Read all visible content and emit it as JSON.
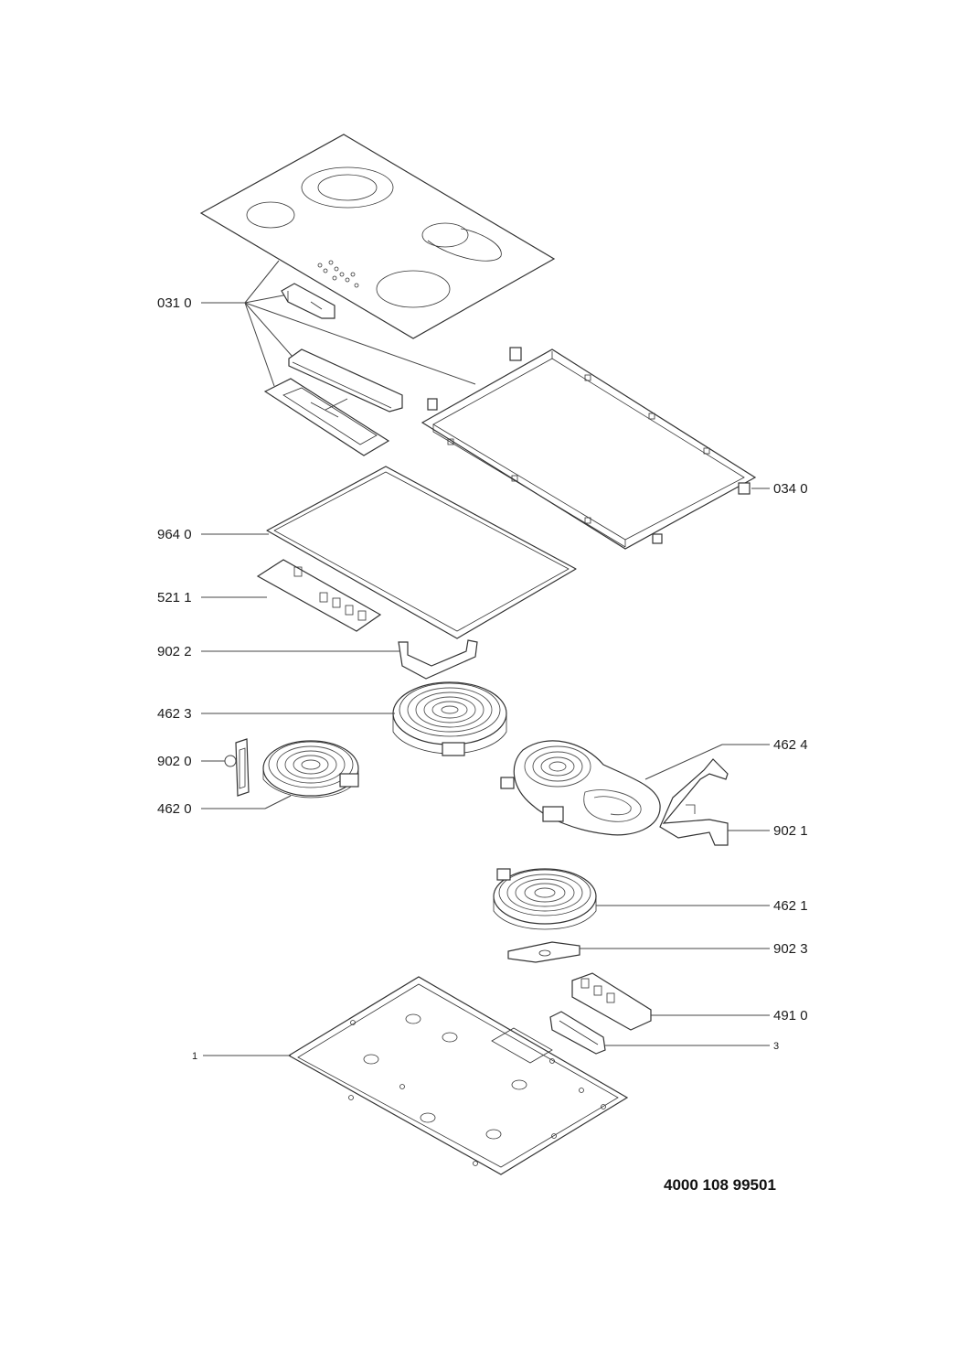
{
  "labels": {
    "l0310": "031 0",
    "l0340": "034 0",
    "l9640": "964 0",
    "l5211": "521 1",
    "l9022": "902 2",
    "l4623": "462 3",
    "l9020": "902 0",
    "l4620": "462 0",
    "l4624": "462 4",
    "l9021": "902 1",
    "l4621": "462 1",
    "l9023": "902 3",
    "l4910": "491 0",
    "l1": "1",
    "l3": "3"
  },
  "document_number": "4000 108 99501"
}
